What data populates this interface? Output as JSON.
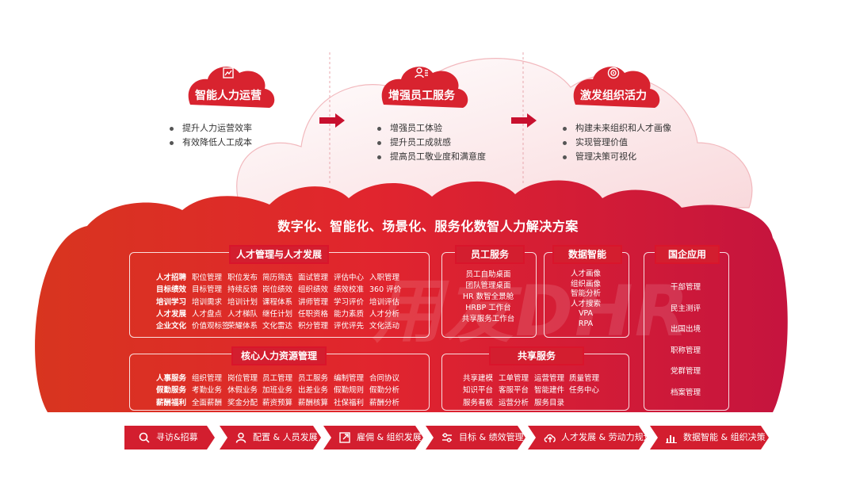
{
  "goals": [
    {
      "icon": "chart-icon",
      "title": "智能人力运营",
      "bullets": [
        "提升人力运营效率",
        "有效降低人工成本"
      ]
    },
    {
      "icon": "people-icon",
      "title": "增强员工服务",
      "bullets": [
        "增强员工体验",
        "提升员工成就感",
        "提高员工敬业度和满意度"
      ]
    },
    {
      "icon": "target-icon",
      "title": "激发组织活力",
      "bullets": [
        "构建未来组织和人才画像",
        "实现管理价值",
        "管理决策可视化"
      ]
    }
  ],
  "main_title": "数字化、智能化、场景化、服务化数智人力解决方案",
  "watermark": "用友DHR",
  "talent": {
    "tag": "人才管理与人才发展",
    "rows": [
      [
        "人才招聘",
        "职位管理",
        "职位发布",
        "简历筛选",
        "面试管理",
        "评估中心",
        "入职管理"
      ],
      [
        "目标绩效",
        "目标管理",
        "持续反馈",
        "岗位绩效",
        "组织绩效",
        "绩效校准",
        "360 评价"
      ],
      [
        "培训学习",
        "培训需求",
        "培训计划",
        "课程体系",
        "讲师管理",
        "学习评价",
        "培训评估"
      ],
      [
        "人才发展",
        "人才盘点",
        "人才梯队",
        "继任计划",
        "任职资格",
        "能力素质",
        "人才分析"
      ],
      [
        "企业文化",
        "价值观标签",
        "荣耀体系",
        "文化雷达",
        "积分管理",
        "评优评先",
        "文化活动"
      ]
    ]
  },
  "core_hr": {
    "tag": "核心人力资源管理",
    "rows": [
      [
        "人事服务",
        "组织管理",
        "岗位管理",
        "员工管理",
        "员工服务",
        "编制管理",
        "合同协议"
      ],
      [
        "假勤服务",
        "考勤业务",
        "休假业务",
        "加班业务",
        "出差业务",
        "假勤规则",
        "假勤分析"
      ],
      [
        "薪酬福利",
        "全面薪酬",
        "奖金分配",
        "薪资预算",
        "薪酬核算",
        "社保福利",
        "薪酬分析"
      ]
    ]
  },
  "employee_service": {
    "tag": "员工服务",
    "items": [
      "员工自助桌面",
      "团队管理桌面",
      "HR 数智全景舱",
      "HRBP 工作台",
      "共享服务工作台"
    ]
  },
  "data_intel": {
    "tag": "数据智能",
    "items": [
      "人才画像",
      "组织画像",
      "智能分析",
      "人才搜索",
      "VPA",
      "RPA"
    ]
  },
  "soe": {
    "tag": "国企应用",
    "items": [
      "干部管理",
      "民主测评",
      "出国出境",
      "职称管理",
      "党群管理",
      "档案管理"
    ]
  },
  "shared_service": {
    "tag": "共享服务",
    "rows": [
      [
        "共享建模",
        "工单管理",
        "运营管理",
        "质量管理"
      ],
      [
        "知识平台",
        "客服平台",
        "智能建件",
        "任务中心"
      ],
      [
        "服务看板",
        "运营分析",
        "服务目录"
      ]
    ]
  },
  "bottom_bar": [
    {
      "icon": "search-icon",
      "label": "寻访&招募"
    },
    {
      "icon": "user-icon",
      "label": "配置 & 人员发展"
    },
    {
      "icon": "expand-icon",
      "label": "雇佣 & 组织发展"
    },
    {
      "icon": "sliders-icon",
      "label": "目标 & 绩效管理"
    },
    {
      "icon": "cloud-upload-icon",
      "label": "人才发展 & 劳动力规划"
    },
    {
      "icon": "bar-chart-icon",
      "label": "数据智能 & 组织决策"
    }
  ],
  "colors": {
    "red": "#d31e2f",
    "dark_red": "#b5142a",
    "light_pink": "#fbe3e5"
  }
}
